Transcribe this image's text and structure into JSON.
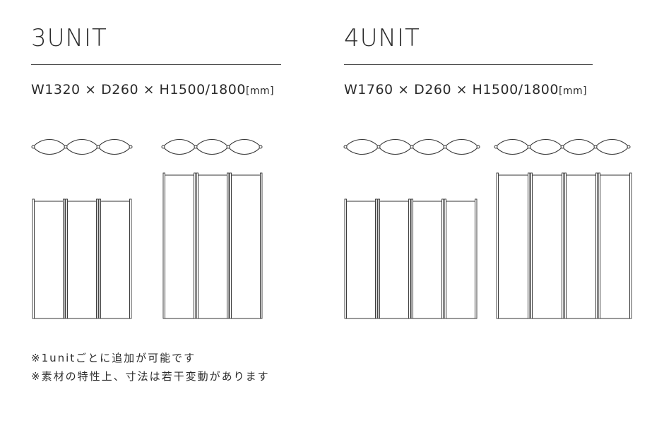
{
  "sections": [
    {
      "title": "3UNIT",
      "dimensions": "W1320 × D260 × H1500/1800",
      "dimension_unit": "[mm]",
      "units": 3
    },
    {
      "title": "4UNIT",
      "dimensions": "W1760 × D260 × H1500/1800",
      "dimension_unit": "[mm]",
      "units": 4
    }
  ],
  "notes": [
    "※1unitごとに追加が可能です",
    "※素材の特性上、寸法は若干変動があります"
  ]
}
